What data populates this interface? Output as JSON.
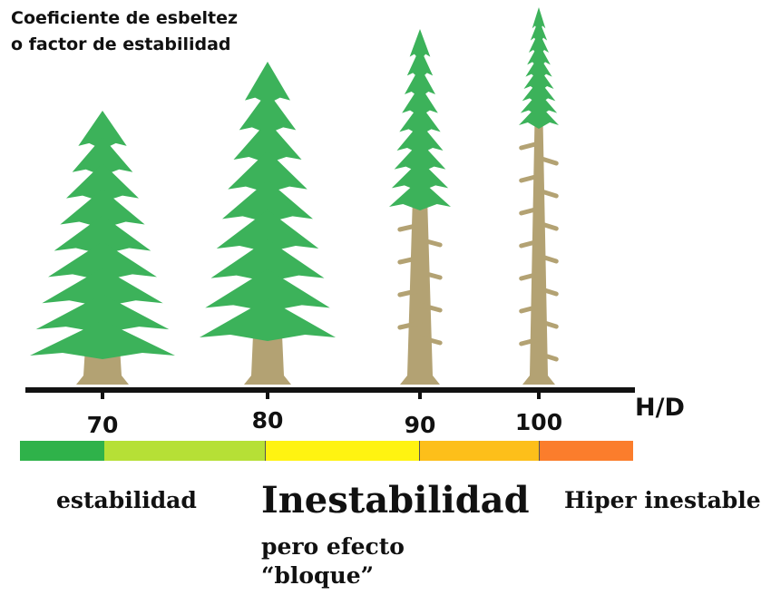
{
  "title": {
    "line1": "Coeficiente de esbeltez",
    "line2": "o factor de estabilidad"
  },
  "axis": {
    "unit": "H/D",
    "ticks": [
      "70",
      "80",
      "90",
      "100"
    ]
  },
  "scale": {
    "bands": [
      {
        "color": "#2fb24a"
      },
      {
        "color": "#b6e036"
      },
      {
        "color": "#fff311"
      },
      {
        "color": "#fdbf1a"
      },
      {
        "color": "#fb7d2c"
      }
    ]
  },
  "categories": {
    "stable": "estabilidad",
    "unstable": "Inestabilidad",
    "unstable_note_line1": "pero efecto",
    "unstable_note_line2": "“bloque”",
    "hyper": "Hiper inestable"
  },
  "colors": {
    "trunk": "#b3a273",
    "foliage": "#3cb25a",
    "axis": "#111111"
  }
}
